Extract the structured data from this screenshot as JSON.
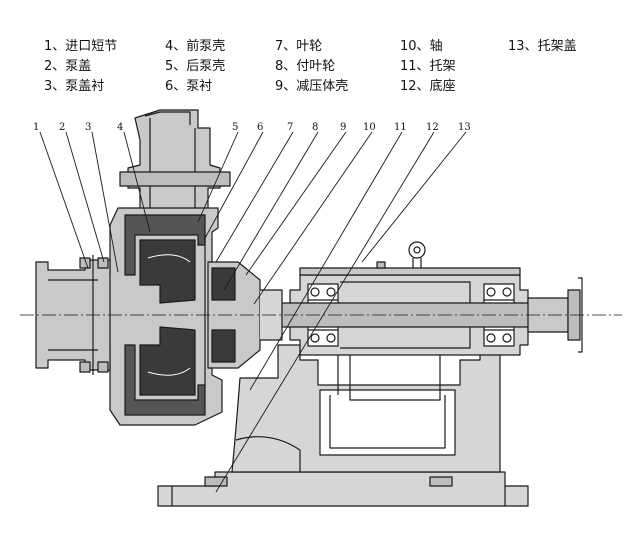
{
  "legend": [
    {
      "num": "1",
      "label": "进口短节"
    },
    {
      "num": "2",
      "label": "泵盖"
    },
    {
      "num": "3",
      "label": "泵盖衬"
    },
    {
      "num": "4",
      "label": "前泵壳"
    },
    {
      "num": "5",
      "label": "后泵壳"
    },
    {
      "num": "6",
      "label": "泵衬"
    },
    {
      "num": "7",
      "label": "叶轮"
    },
    {
      "num": "8",
      "label": "付叶轮"
    },
    {
      "num": "9",
      "label": "减压体壳"
    },
    {
      "num": "10",
      "label": "轴"
    },
    {
      "num": "11",
      "label": "托架"
    },
    {
      "num": "12",
      "label": "底座"
    },
    {
      "num": "13",
      "label": "托架盖"
    }
  ],
  "legend_separator": "、",
  "callouts": [
    "1",
    "2",
    "3",
    "4",
    "5",
    "6",
    "7",
    "8",
    "9",
    "10",
    "11",
    "12",
    "13"
  ],
  "colors": {
    "line": "#1a1a1a",
    "casing_fill": "#c9c9c9",
    "liner_fill": "#555555",
    "impeller_fill": "#3a3a3a",
    "frame_fill": "#d6d6d6",
    "shaft_fill": "#bdbdbd",
    "background": "#ffffff"
  }
}
